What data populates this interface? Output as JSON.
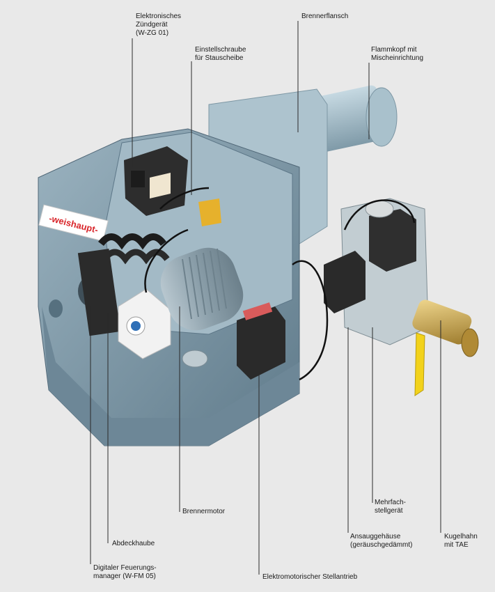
{
  "brand": {
    "logo_text": "weishaupt",
    "accent": "#d9262b"
  },
  "colors": {
    "housing": "#7f99a8",
    "housing_dark": "#5a7180",
    "flange": "#b5cbd6",
    "motor": "#8ea3ae",
    "black_parts": "#2a2a2a",
    "handle": "#f2d21b",
    "brass": "#c9a441"
  },
  "labels": {
    "zuendgeraet": "Elektronisches\nZündgerät\n(W-ZG 01)",
    "einstellschraube": "Einstellschraube\nfür Stauscheibe",
    "brennerflansch": "Brennerflansch",
    "flammkopf": "Flammkopf mit\nMischeinrichtung",
    "brennermotor": "Brennermotor",
    "mehrfachstellgeraet": "Mehrfach-\nstellgerät",
    "abdeckhaube": "Abdeckhaube",
    "ansauggehaeuse": "Ansauggehäuse\n(geräuschgedämmt)",
    "kugelhahn": "Kugelhahn\nmit TAE",
    "feuerungsmanager": "Digitaler Feuerungs-\nmanager (W-FM 05)",
    "stellantrieb": "Elektromotorischer Stellantrieb"
  }
}
